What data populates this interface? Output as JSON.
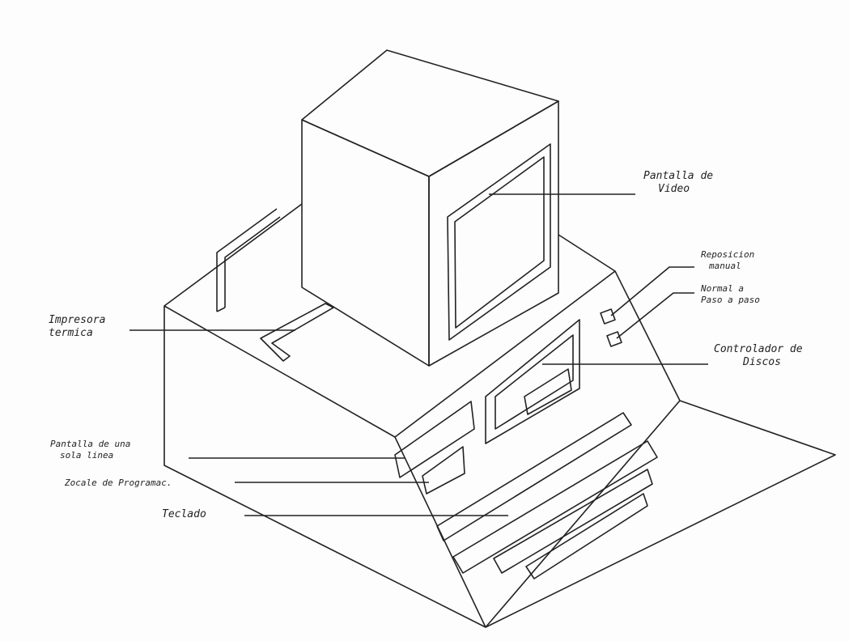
{
  "labels": {
    "video_screen": [
      "Pantalla de",
      "Video"
    ],
    "manual_reset": [
      "Reposicion",
      "manual"
    ],
    "step_mode": [
      "Normal a",
      "Paso a paso"
    ],
    "disk_controller": [
      "Controlador de",
      "Discos"
    ],
    "thermal_printer": [
      "Impresora",
      "termica"
    ],
    "single_line_display": [
      "Pantalla de una",
      "sola linea"
    ],
    "programming_socket": "Zocale de Programac.",
    "keyboard": "Teclado"
  },
  "colors": {
    "ink": "#222222",
    "paper": "#fdfdfd"
  }
}
